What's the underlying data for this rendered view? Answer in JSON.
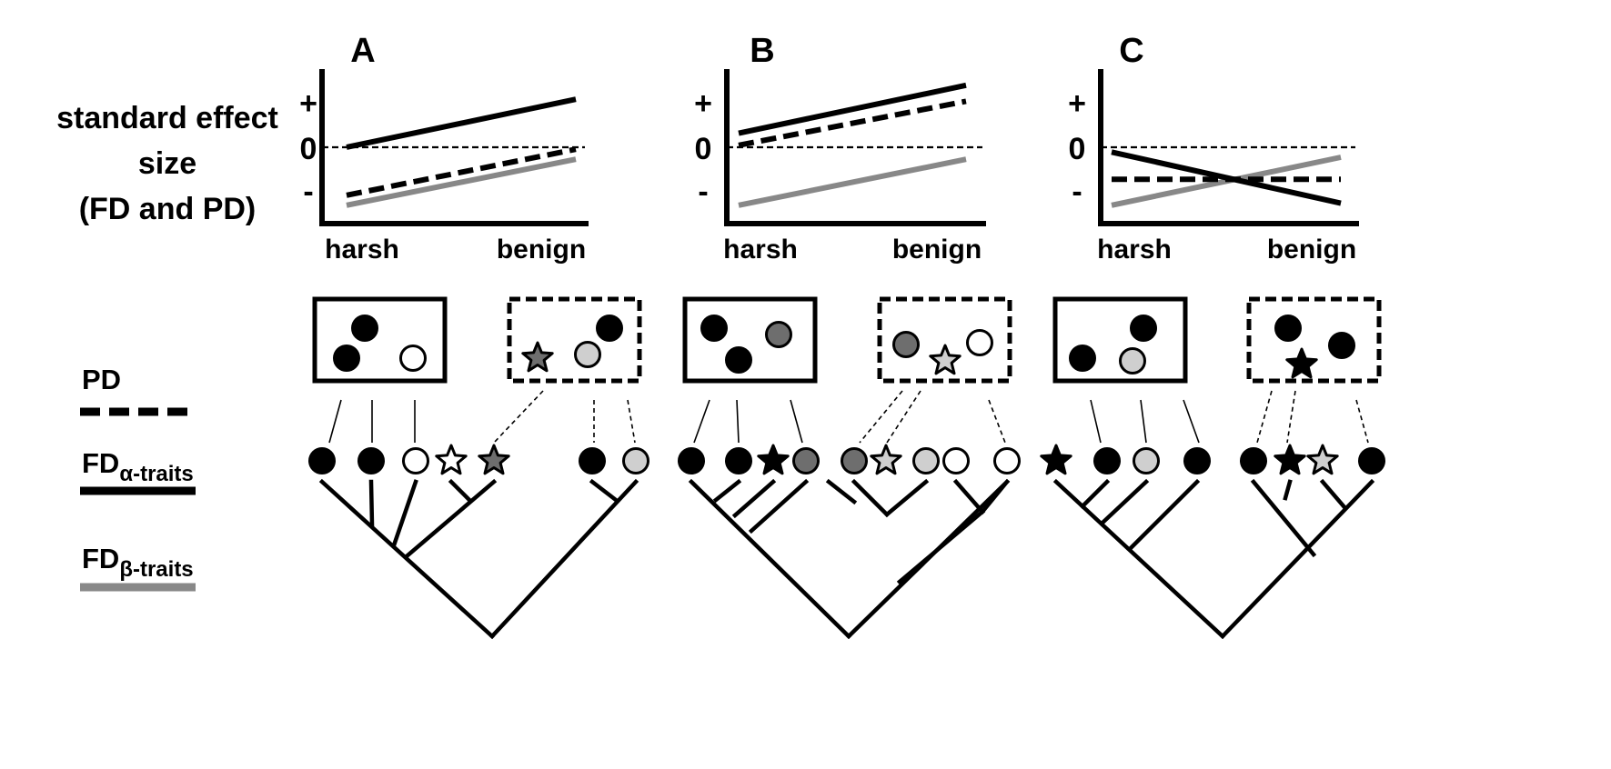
{
  "y_axis_label": [
    "standard effect",
    "size",
    "(FD and PD)"
  ],
  "y_ticks": [
    "+",
    "0",
    "-"
  ],
  "x_ticks": [
    "harsh",
    "benign"
  ],
  "legend": [
    {
      "key": "pd",
      "label": "PD",
      "sub": "",
      "style": "dashed",
      "color": "#000000"
    },
    {
      "key": "fd-alpha",
      "label": "FD",
      "sub": "α-traits",
      "style": "solid",
      "color": "#000000"
    },
    {
      "key": "fd-beta",
      "label": "FD",
      "sub": "β-traits",
      "style": "solid",
      "color": "#888888"
    }
  ],
  "colors": {
    "black": "#000000",
    "dark_gray": "#6e6e6e",
    "light_gray": "#cfcfcf",
    "white": "#ffffff",
    "beta_line": "#888888"
  },
  "panels": [
    {
      "label": "A",
      "lines": {
        "fd_alpha": {
          "harsh": 0.0,
          "benign": 1.2
        },
        "pd": {
          "harsh": -1.2,
          "benign": -0.05
        },
        "fd_beta": {
          "harsh": -1.45,
          "benign": -0.3
        }
      },
      "harsh_box": [
        {
          "shape": "circle",
          "fill": "black"
        },
        {
          "shape": "circle",
          "fill": "black"
        },
        {
          "shape": "circle",
          "fill": "white"
        }
      ],
      "benign_box": [
        {
          "shape": "star",
          "fill": "dark_gray"
        },
        {
          "shape": "circle",
          "fill": "black"
        },
        {
          "shape": "circle",
          "fill": "light_gray"
        }
      ],
      "tips": [
        {
          "shape": "circle",
          "fill": "black"
        },
        {
          "shape": "circle",
          "fill": "black"
        },
        {
          "shape": "circle",
          "fill": "white"
        },
        {
          "shape": "star",
          "fill": "white"
        },
        {
          "shape": "star",
          "fill": "dark_gray"
        },
        {
          "shape": "circle",
          "fill": "black"
        },
        {
          "shape": "circle",
          "fill": "light_gray"
        }
      ]
    },
    {
      "label": "B",
      "lines": {
        "fd_alpha": {
          "harsh": 0.35,
          "benign": 1.55
        },
        "pd": {
          "harsh": 0.05,
          "benign": 1.15
        },
        "fd_beta": {
          "harsh": -1.45,
          "benign": -0.3
        }
      },
      "harsh_box": [
        {
          "shape": "circle",
          "fill": "black"
        },
        {
          "shape": "circle",
          "fill": "dark_gray"
        },
        {
          "shape": "circle",
          "fill": "black"
        }
      ],
      "benign_box": [
        {
          "shape": "circle",
          "fill": "dark_gray"
        },
        {
          "shape": "star",
          "fill": "light_gray"
        },
        {
          "shape": "circle",
          "fill": "white"
        }
      ],
      "tips": [
        {
          "shape": "circle",
          "fill": "black"
        },
        {
          "shape": "circle",
          "fill": "black"
        },
        {
          "shape": "star",
          "fill": "black"
        },
        {
          "shape": "circle",
          "fill": "dark_gray"
        },
        {
          "shape": "circle",
          "fill": "dark_gray"
        },
        {
          "shape": "star",
          "fill": "light_gray"
        },
        {
          "shape": "circle",
          "fill": "light_gray"
        },
        {
          "shape": "circle",
          "fill": "white"
        },
        {
          "shape": "circle",
          "fill": "white"
        }
      ]
    },
    {
      "label": "C",
      "lines": {
        "fd_alpha": {
          "harsh": -0.12,
          "benign": -1.4
        },
        "pd": {
          "harsh": -0.8,
          "benign": -0.8
        },
        "fd_beta": {
          "harsh": -1.45,
          "benign": -0.25
        }
      },
      "harsh_box": [
        {
          "shape": "circle",
          "fill": "black"
        },
        {
          "shape": "circle",
          "fill": "black"
        },
        {
          "shape": "circle",
          "fill": "light_gray"
        }
      ],
      "benign_box": [
        {
          "shape": "circle",
          "fill": "black"
        },
        {
          "shape": "star",
          "fill": "black"
        },
        {
          "shape": "circle",
          "fill": "black"
        }
      ],
      "tips": [
        {
          "shape": "star",
          "fill": "black"
        },
        {
          "shape": "circle",
          "fill": "black"
        },
        {
          "shape": "circle",
          "fill": "light_gray"
        },
        {
          "shape": "circle",
          "fill": "black"
        },
        {
          "shape": "circle",
          "fill": "black"
        },
        {
          "shape": "star",
          "fill": "black"
        },
        {
          "shape": "star",
          "fill": "light_gray"
        },
        {
          "shape": "circle",
          "fill": "black"
        }
      ]
    }
  ]
}
